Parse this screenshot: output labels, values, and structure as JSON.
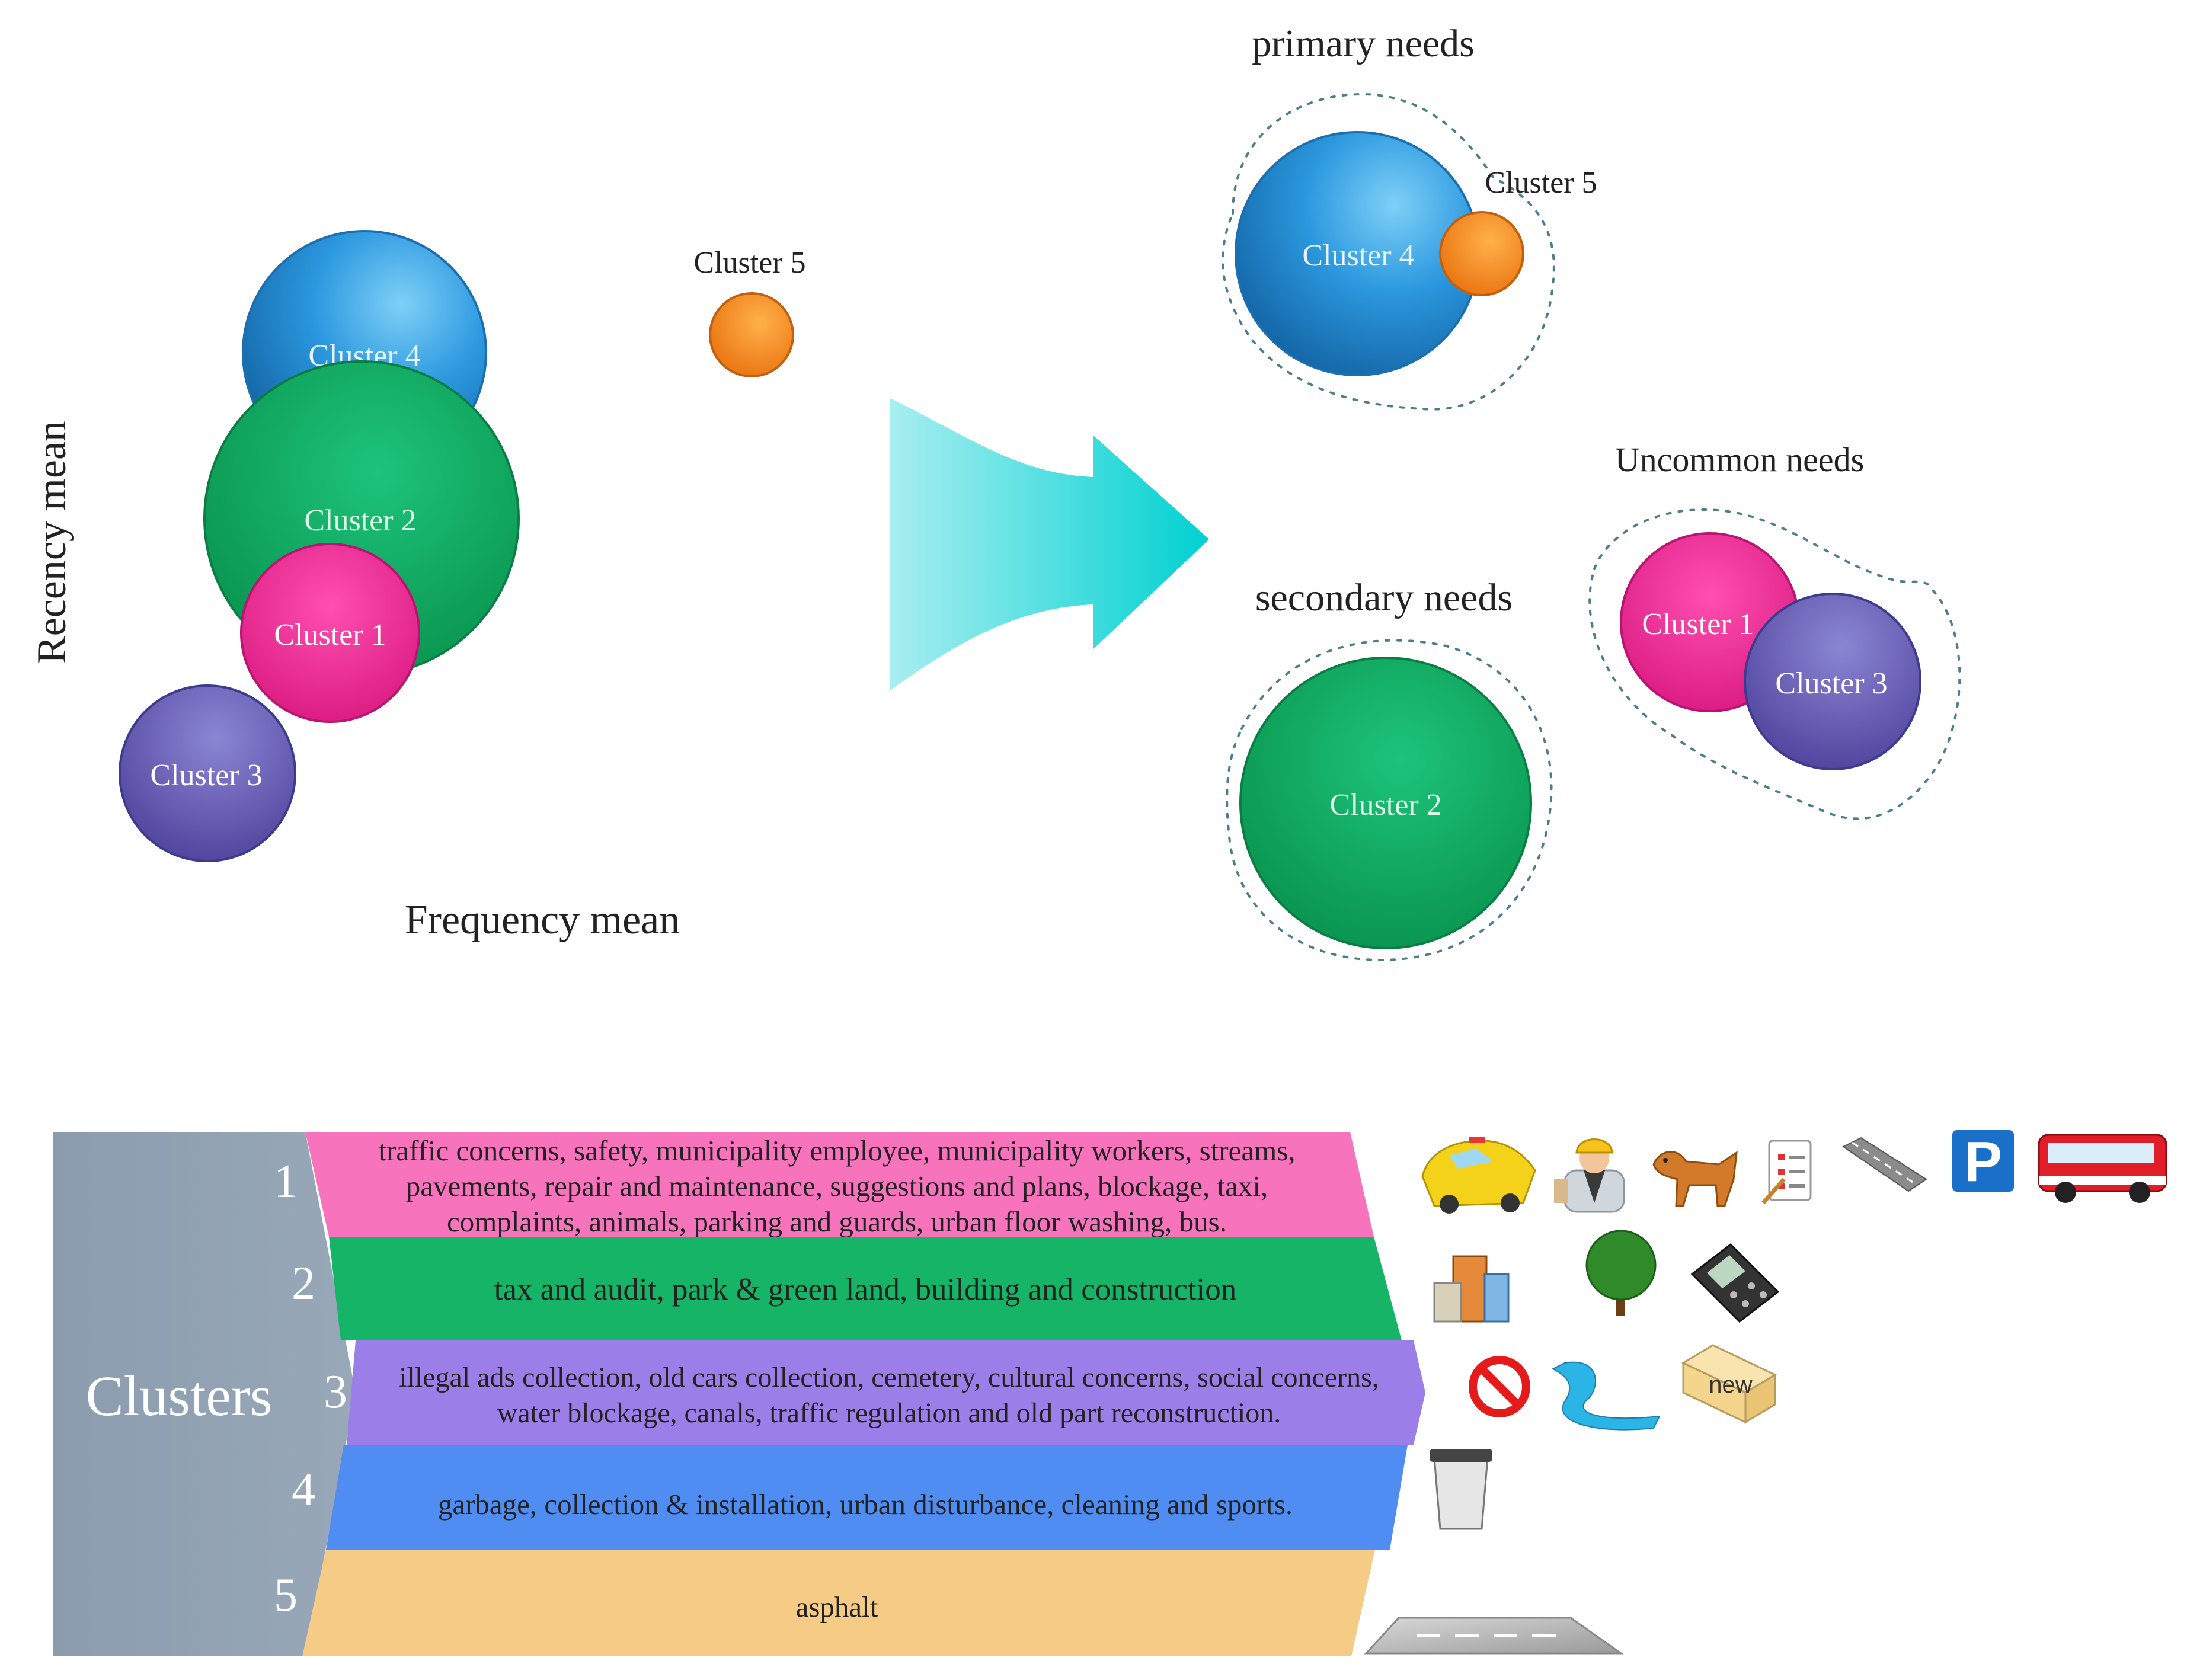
{
  "left_panel": {
    "y_axis_label": "Recency mean",
    "x_axis_label": "Frequency mean",
    "clusters": {
      "c1": "Cluster 1",
      "c2": "Cluster 2",
      "c3": "Cluster 3",
      "c4": "Cluster 4",
      "c5": "Cluster 5"
    }
  },
  "right_panel": {
    "primary": {
      "title": "primary needs",
      "c4": "Cluster 4",
      "c5": "Cluster 5"
    },
    "secondary": {
      "title": "secondary needs",
      "c2": "Cluster 2"
    },
    "uncommon": {
      "title": "Uncommon needs",
      "c1": "Cluster 1",
      "c3": "Cluster 3"
    }
  },
  "clusters_table": {
    "side_label": "Clusters",
    "rows": [
      {
        "number": "1",
        "lines": [
          "traffic concerns, safety, municipality employee, municipality workers, streams,",
          "pavements, repair and maintenance, suggestions and plans, blockage, taxi,",
          "complaints, animals, parking and guards, urban floor washing, bus."
        ],
        "color": "#f774bd"
      },
      {
        "number": "2",
        "lines": [
          "tax and audit, park & green land, building and construction"
        ],
        "color": "#16b466"
      },
      {
        "number": "3",
        "lines": [
          "illegal ads collection, old cars collection, cemetery, cultural concerns, social concerns,",
          "water blockage, canals, traffic regulation and old part reconstruction."
        ],
        "color": "#9b7ee8"
      },
      {
        "number": "4",
        "lines": [
          "garbage, collection & installation, urban disturbance, cleaning and sports."
        ],
        "color": "#4f8df2"
      },
      {
        "number": "5",
        "lines": [
          "asphalt"
        ],
        "color": "#f6cb85"
      }
    ]
  },
  "icons": {
    "row1": [
      "taxi-icon",
      "worker-icon",
      "dog-icon",
      "checklist-icon",
      "road-icon",
      "parking-icon",
      "bus-icon"
    ],
    "row2": [
      "building-icon",
      "tree-icon",
      "calculator-icon"
    ],
    "row3": [
      "prohibited-icon",
      "stream-icon",
      "new-box-icon"
    ],
    "row4": [
      "trash-can-icon"
    ],
    "row5": [
      "asphalt-road-icon"
    ],
    "parking_text": "P",
    "new_box_text": "new"
  },
  "colors": {
    "cluster1": "#ee2a8e",
    "cluster2": "#0fa05a",
    "cluster3": "#5c52a8",
    "cluster4": "#1f86d2",
    "cluster5": "#f5891c",
    "arrow": "#3fd7d7",
    "table_side": "#8e9fb1"
  }
}
